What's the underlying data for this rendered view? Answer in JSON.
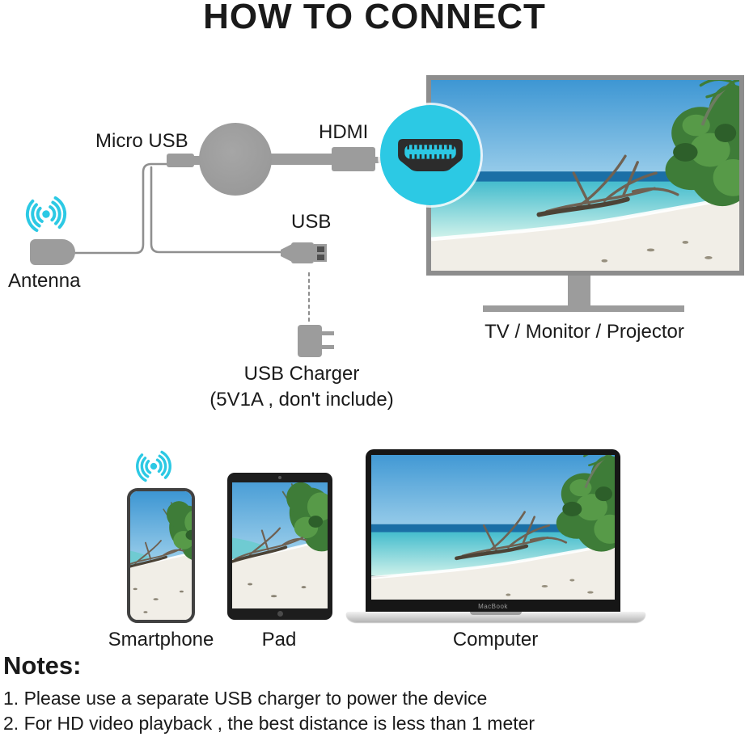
{
  "title": "HOW TO CONNECT",
  "diagram": {
    "micro_usb_label": "Micro USB",
    "hdmi_label": "HDMI",
    "usb_label": "USB",
    "antenna_label": "Antenna",
    "charger_label": "USB Charger",
    "charger_note": "(5V1A , don't include)",
    "display_label": "TV / Monitor / Projector"
  },
  "devices": {
    "smartphone_label": "Smartphone",
    "pad_label": "Pad",
    "computer_label": "Computer",
    "laptop_brand": "MacBook"
  },
  "notes": {
    "heading": "Notes:",
    "items": [
      "1. Please use a separate USB charger to power the device",
      "2. For HD video playback , the best distance is less than 1 meter"
    ]
  },
  "icons": {
    "wifi_signal_icon": "cyan broadcast dot with triple arcs",
    "hdmi_port_icon": "black HDMI trapezoid socket with cyan slot"
  },
  "colors": {
    "accent_cyan": "#2cc9e4",
    "hardware_gray": "#9c9c9c",
    "wire_gray": "#8f8f8f",
    "text": "#1a1a1a"
  }
}
